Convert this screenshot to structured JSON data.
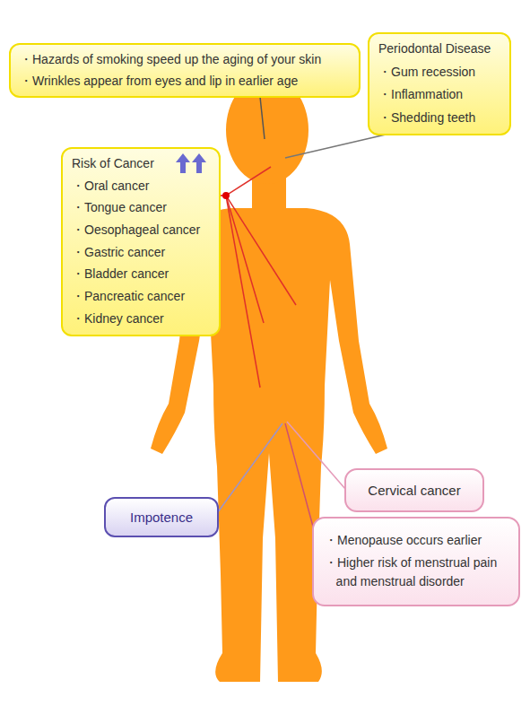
{
  "diagram": {
    "nodes": [
      {
        "text": [
          "・Hazards of smoking speed up the aging of your skin",
          "・Wrinkles appear from eyes and lip in earlier age"
        ]
      },
      {
        "text": [
          "Periodontal Disease",
          "・Gum recession",
          "・Inflammation",
          "・Shedding teeth"
        ]
      },
      {
        "text": [
          "Risk of Cancer",
          "・Oral cancer",
          "・Tongue cancer",
          "・Oesophageal cancer",
          "・Gastric cancer",
          "・Bladder cancer",
          "・Pancreatic cancer",
          "・Kidney cancer"
        ]
      },
      {
        "text": [
          "Impotence"
        ]
      },
      {
        "text": [
          "Cervical cancer"
        ]
      },
      {
        "text": [
          "・Menopause occurs earlier",
          "・Higher risk of menstrual pain and menstrual disorder"
        ]
      }
    ]
  }
}
